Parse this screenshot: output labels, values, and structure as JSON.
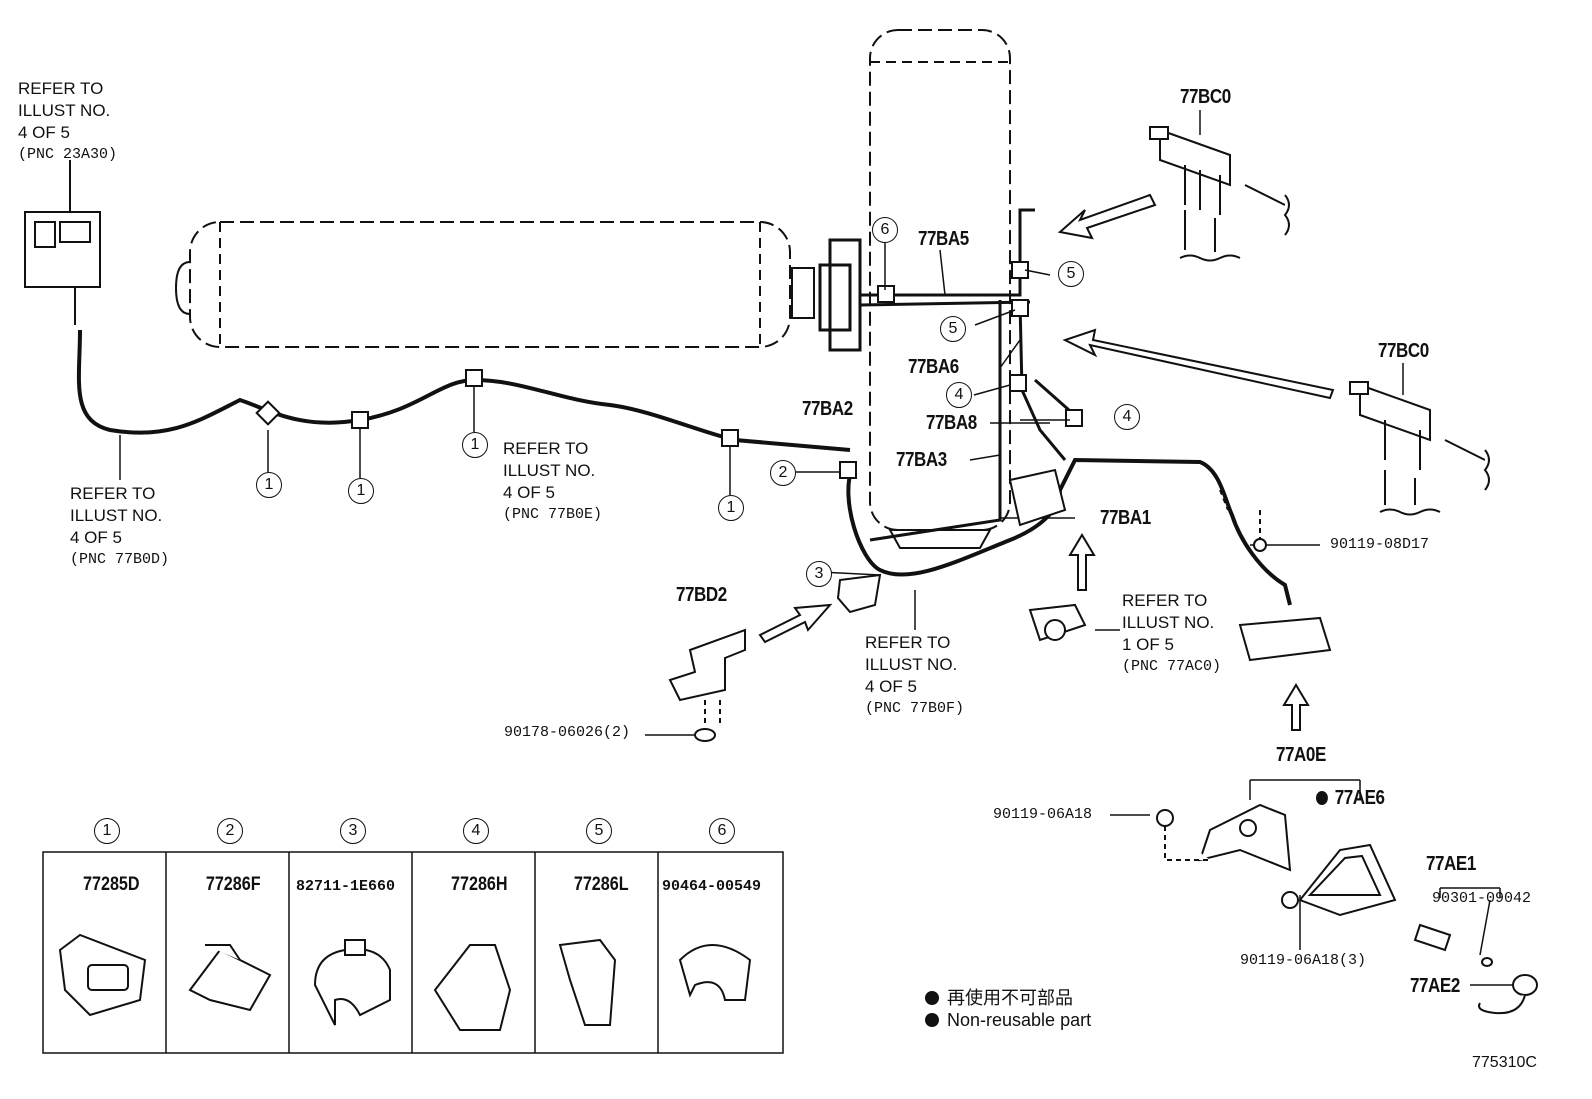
{
  "refer_notes": {
    "top_left": {
      "l1": "REFER TO",
      "l2": "ILLUST NO.",
      "l3": "4 OF 5",
      "l4": "(PNC 23A30)"
    },
    "left": {
      "l1": "REFER TO",
      "l2": "ILLUST NO.",
      "l3": "4 OF 5",
      "l4": "(PNC 77B0D)"
    },
    "middle": {
      "l1": "REFER TO",
      "l2": "ILLUST NO.",
      "l3": "4 OF 5",
      "l4": "(PNC 77B0E)"
    },
    "bottom": {
      "l1": "REFER TO",
      "l2": "ILLUST NO.",
      "l3": "4 OF 5",
      "l4": "(PNC 77B0F)"
    },
    "right": {
      "l1": "REFER TO",
      "l2": "ILLUST NO.",
      "l3": "1 OF 5",
      "l4": "(PNC 77AC0)"
    }
  },
  "part_labels": {
    "bc0_top": "77BC0",
    "bc0_right": "77BC0",
    "ba5": "77BA5",
    "ba6": "77BA6",
    "ba8": "77BA8",
    "ba3": "77BA3",
    "ba2": "77BA2",
    "ba1": "77BA1",
    "bd2": "77BD2",
    "a0e": "77A0E",
    "ae6": "77AE6",
    "ae1": "77AE1",
    "ae2": "77AE2"
  },
  "callouts": {
    "c1": "90119-08D17",
    "c2": "90178-06026(2)",
    "c3": "90119-06A18",
    "c4": "90119-06A18(3)",
    "c5": "90301-09042"
  },
  "circle_numbers": {
    "n1": "1",
    "n2": "2",
    "n3": "3",
    "n4": "4",
    "n5": "5",
    "n6": "6"
  },
  "clamp_table": {
    "headers": [
      "1",
      "2",
      "3",
      "4",
      "5",
      "6"
    ],
    "parts": [
      "77285D",
      "77286F",
      "82711-1E660",
      "77286H",
      "77286L",
      "90464-00549"
    ]
  },
  "legend": {
    "jp": "再使用不可部品",
    "en": "Non-reusable part"
  },
  "figure_id": "775310C"
}
